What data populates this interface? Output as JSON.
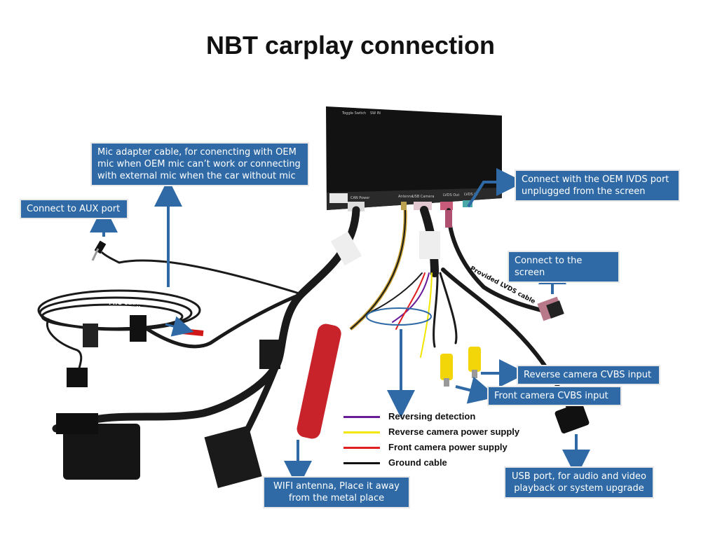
{
  "title": "NBT carplay connection",
  "box_labels": {
    "toggle_switch": "Toggle Switch",
    "sw_label": "SW IN",
    "can_power": "CAN Power",
    "antenna": "Antenna",
    "usb_camera": "USB Camera",
    "lvds_out": "LVDS Out",
    "lvds_in": "LVDS IN"
  },
  "cable_labels": {
    "mic_cable": "MIC cable\n(Optional)",
    "lvds_cable": "Provided LVDS cable"
  },
  "callouts": {
    "mic_adapter": "Mic adapter cable, for conencting  with OEM mic when OEM mic can’t work or connecting with external mic when the car without mic",
    "aux_port": "Connect to AUX port",
    "oem_lvds": "Connect with the OEM lVDS port unplugged  from the screen",
    "screen": "Connect to the screen",
    "reverse_camera": "Reverse camera CVBS input",
    "front_camera": "Front camera CVBS input",
    "usb_port": "USB port, for audio and video playback or system upgrade",
    "wifi_antenna": "WIFI antenna, Place it away from the metal place"
  },
  "legend": [
    {
      "label": "Reversing detection",
      "color": "#6a1b9a"
    },
    {
      "label": "Reverse camera power supply",
      "color": "#f2e600"
    },
    {
      "label": "Front camera power supply",
      "color": "#e02020"
    },
    {
      "label": "Ground cable",
      "color": "#111111"
    }
  ],
  "colors": {
    "callout_bg": "#2f6aa6",
    "arrow": "#2f6aa6",
    "cable": "#1a1a1a",
    "antenna_red": "#c8222a"
  }
}
